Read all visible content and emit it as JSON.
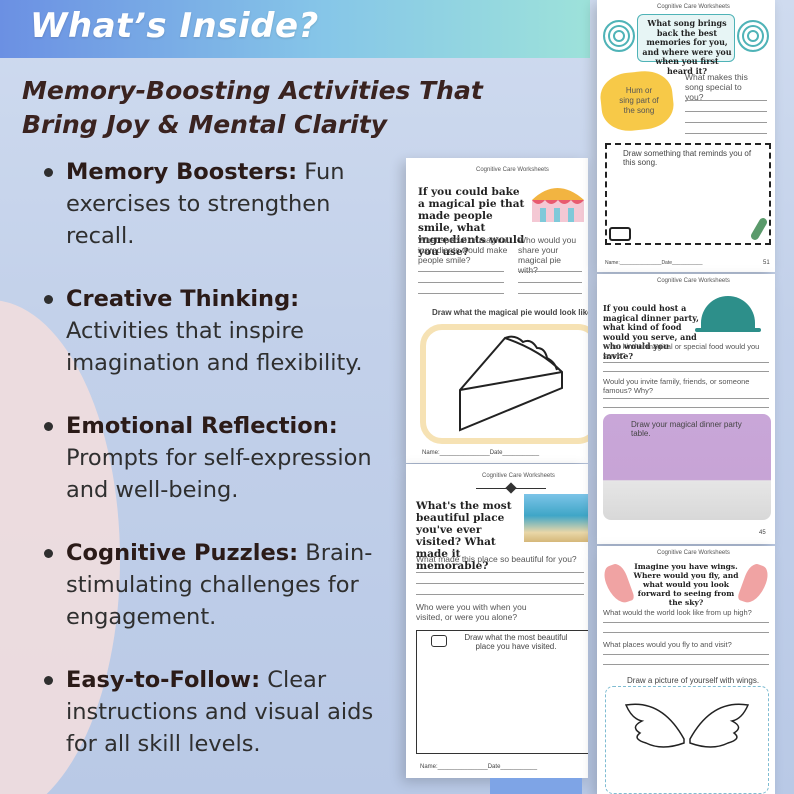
{
  "banner": {
    "title": "What’s Inside?"
  },
  "subtitle": "Memory-Boosting Activities That Bring Joy & Mental Clarity",
  "bullets": [
    {
      "title": "Memory Boosters:",
      "text": " Fun exercises to strengthen recall."
    },
    {
      "title": "Creative Thinking:",
      "text": " Activities that inspire imagination and flexibility."
    },
    {
      "title": "Emotional Reflection:",
      "text": " Prompts for self-expression and well-being."
    },
    {
      "title": "Cognitive Puzzles:",
      "text": " Brain-stimulating challenges for engagement."
    },
    {
      "title": "Easy-to-Follow:",
      "text": " Clear instructions and visual aids for all skill levels."
    }
  ],
  "sheets": {
    "header": "Cognitive Care Worksheets",
    "name_date": "Name:_______________Date___________",
    "pie": {
      "question": "If you could bake a magical pie that made people smile, what ingredients would you use?",
      "prompt1": "What special or magical ingredients would make people smile?",
      "prompt2": "Who would you share your magical pie with?",
      "draw": "Draw what the magical pie would look like"
    },
    "place": {
      "question": "What's the most beautiful place you've ever visited? What made it memorable?",
      "prompt1": "What made this place so beautiful for you?",
      "prompt2": "Who were you with when you visited, or were you alone?",
      "draw": "Draw what the most beautiful place you have visited."
    },
    "song": {
      "question": "What song brings back the best memories for you, and where were you when you first heard it?",
      "burst": "Hum or sing part of the song",
      "prompt1": "What makes this song special to you?",
      "draw": "Draw something that reminds you of this song.",
      "page": "51"
    },
    "dinner": {
      "question": "If you could host a magical dinner party, what kind of food would you serve, and who would you invite?",
      "prompt1": "What kind of magical or special food would you serve?",
      "prompt2": "Would you invite family, friends, or someone famous? Why?",
      "draw": "Draw your magical dinner party table.",
      "page": "45"
    },
    "wings": {
      "question": "Imagine you have wings. Where would you fly, and what would you look forward to seeing from the sky?",
      "prompt1": "What would the world look like from up high?",
      "prompt2": "What places would you fly to and visit?",
      "draw": "Draw a picture of yourself with wings."
    }
  },
  "colors": {
    "banner_start": "#6b90e3",
    "banner_end": "#9de2da",
    "accent_teal": "#2d8f8a",
    "heading_brown": "#3a2320"
  }
}
